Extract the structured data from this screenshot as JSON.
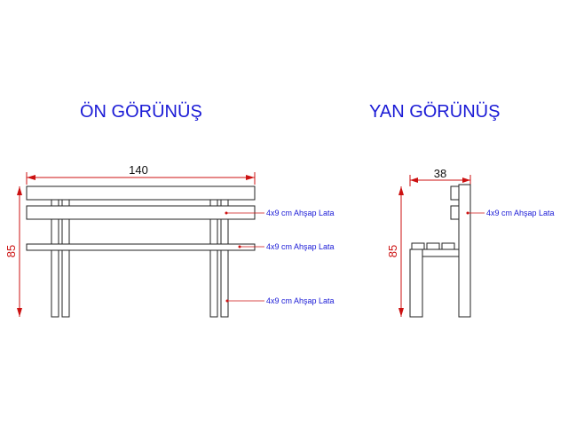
{
  "front_view": {
    "title": "ÖN GÖRÜNÜŞ",
    "width_dim": "140",
    "height_dim": "85",
    "labels": [
      "4x9 cm Ahşap Lata",
      "4x9 cm Ahşap Lata",
      "4x9 cm Ahşap Lata"
    ]
  },
  "side_view": {
    "title": "YAN GÖRÜNÜŞ",
    "width_dim": "38",
    "height_dim": "85",
    "label": "4x9 cm Ahşap Lata"
  },
  "colors": {
    "title": "#1a1ad6",
    "dimension": "#cc1111",
    "outline": "#222222"
  }
}
